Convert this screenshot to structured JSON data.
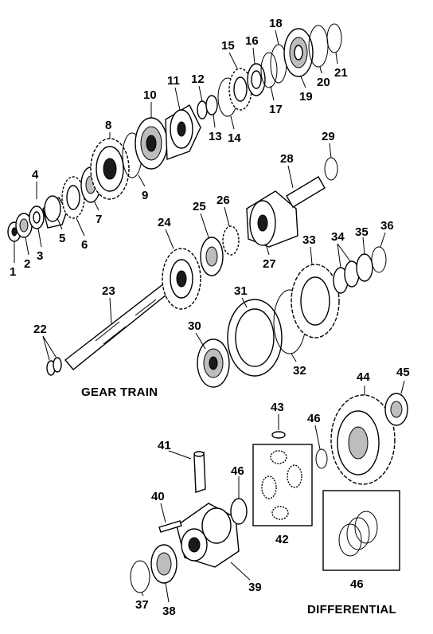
{
  "section_labels": {
    "gear_train": "GEAR TRAIN",
    "differential": "DIFFERENTIAL"
  },
  "callouts": {
    "n1": "1",
    "n2": "2",
    "n3": "3",
    "n4": "4",
    "n5": "5",
    "n6": "6",
    "n7": "7",
    "n8": "8",
    "n9": "9",
    "n10": "10",
    "n11": "11",
    "n12": "12",
    "n13": "13",
    "n14": "14",
    "n15": "15",
    "n16": "16",
    "n17": "17",
    "n18": "18",
    "n19": "19",
    "n20": "20",
    "n21": "21",
    "n22": "22",
    "n23": "23",
    "n24": "24",
    "n25": "25",
    "n26": "26",
    "n27": "27",
    "n28": "28",
    "n29": "29",
    "n30": "30",
    "n31": "31",
    "n32": "32",
    "n33": "33",
    "n34": "34",
    "n35": "35",
    "n36": "36",
    "n37": "37",
    "n38": "38",
    "n39": "39",
    "n40": "40",
    "n41": "41",
    "n42": "42",
    "n43": "43",
    "n44": "44",
    "n45": "45",
    "n46a": "46",
    "n46b": "46",
    "n46c": "46"
  }
}
